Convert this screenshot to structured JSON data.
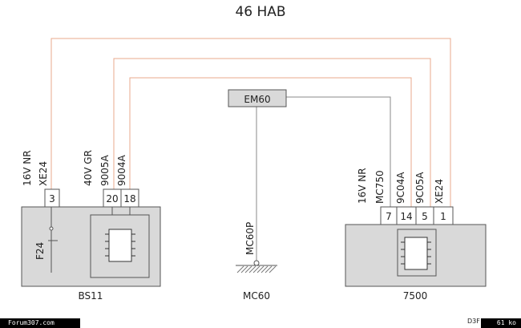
{
  "diagram": {
    "title": "46 HAB",
    "central_box": "EM60",
    "left_module": {
      "name": "BS11",
      "left_labels": [
        "16V NR",
        "XE24"
      ],
      "left_pin": "3",
      "right_labels": [
        "40V GR",
        "9005A",
        "9004A"
      ],
      "pins": [
        "20",
        "18"
      ],
      "fuse": "F24"
    },
    "ground": {
      "name": "MC60",
      "label": "MC60P"
    },
    "right_module": {
      "name": "7500",
      "labels": [
        "16V NR",
        "MC750",
        "9C04A",
        "9C05A",
        "XE24"
      ],
      "pins": [
        "7",
        "14",
        "5",
        "1"
      ]
    },
    "colors": {
      "wire_orange": "#e8a98c",
      "box_fill": "#d9d9d9",
      "line": "#555555"
    }
  },
  "footer": {
    "left": "Forum307.com",
    "mid": "D3F",
    "right": "61 ko"
  }
}
